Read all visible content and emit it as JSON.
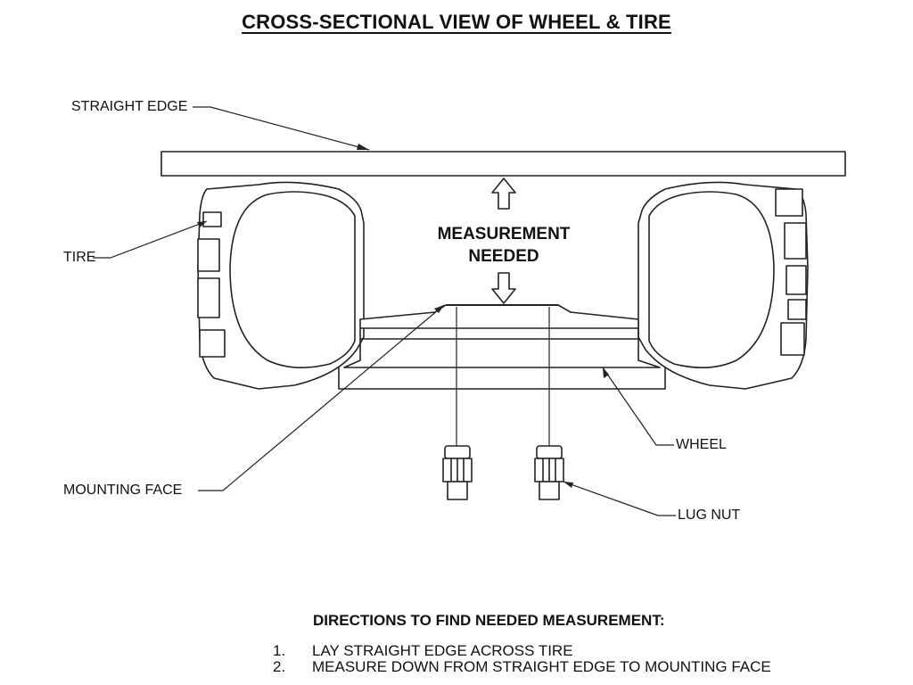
{
  "title": "CROSS-SECTIONAL  VIEW OF WHEEL & TIRE",
  "labels": {
    "straight_edge": "STRAIGHT EDGE",
    "tire": "TIRE",
    "mounting_face": "MOUNTING FACE",
    "wheel": "WHEEL",
    "lug_nut": "LUG NUT",
    "measurement_line1": "MEASUREMENT",
    "measurement_line2": "NEEDED"
  },
  "directions": {
    "title": "DIRECTIONS TO FIND NEEDED MEASUREMENT:",
    "steps": [
      {
        "num": "1.",
        "text": "LAY STRAIGHT EDGE ACROSS TIRE"
      },
      {
        "num": "2.",
        "text": "MEASURE DOWN FROM STRAIGHT EDGE TO MOUNTING FACE"
      }
    ]
  },
  "icons": {
    "up_arrow": "up-arrow-icon",
    "down_arrow": "down-arrow-icon",
    "lug_nut": "lug-nut-icon"
  }
}
